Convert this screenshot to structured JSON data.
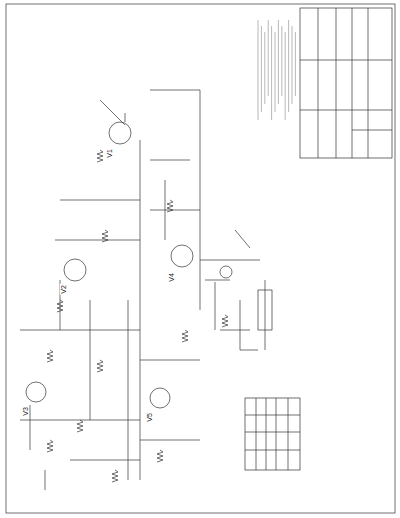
{
  "diagram": {
    "labels": [
      "V1",
      "V2",
      "V3",
      "V4",
      "V5"
    ]
  }
}
